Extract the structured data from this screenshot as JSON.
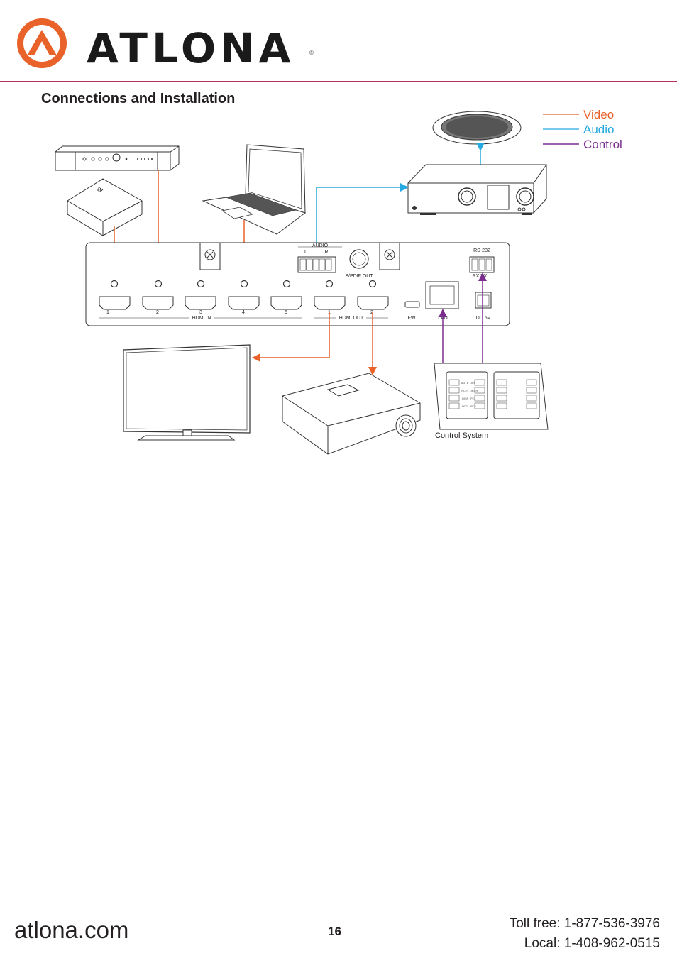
{
  "header": {
    "brand": "ATLONA",
    "registered_mark": "®"
  },
  "section": {
    "title": "Connections and Installation"
  },
  "legend": {
    "items": [
      {
        "label": "Video",
        "color": "#e8622a"
      },
      {
        "label": "Audio",
        "color": "#27a9e1"
      },
      {
        "label": "Control",
        "color": "#7b2d8e"
      }
    ]
  },
  "device": {
    "audio_label": "AUDIO",
    "audio_left": "L",
    "audio_right": "R",
    "spdif_label": "S/PDIF OUT",
    "rs232_label": "RS-232",
    "rs232_pins": "RX TX",
    "hdmi_in_label": "HDMI IN",
    "hdmi_out_label": "HDMI OUT",
    "hdmi_in_ports": [
      "1",
      "2",
      "3",
      "4",
      "5"
    ],
    "hdmi_out_ports": [
      "1",
      "2"
    ],
    "fw_label": "FW",
    "lan_label": "LAN",
    "dc_label": "DC 5V"
  },
  "control_system": {
    "label": "Control System",
    "keys_left": [
      "MUTE",
      "OFF",
      "INCR",
      "DECR",
      "DISP",
      "PC1",
      "PC2",
      "PC3"
    ]
  },
  "footer": {
    "site": "atlona.com",
    "page_number": "16",
    "toll_free": "Toll free: 1-877-536-3976",
    "local": "Local: 1-408-962-0515"
  }
}
